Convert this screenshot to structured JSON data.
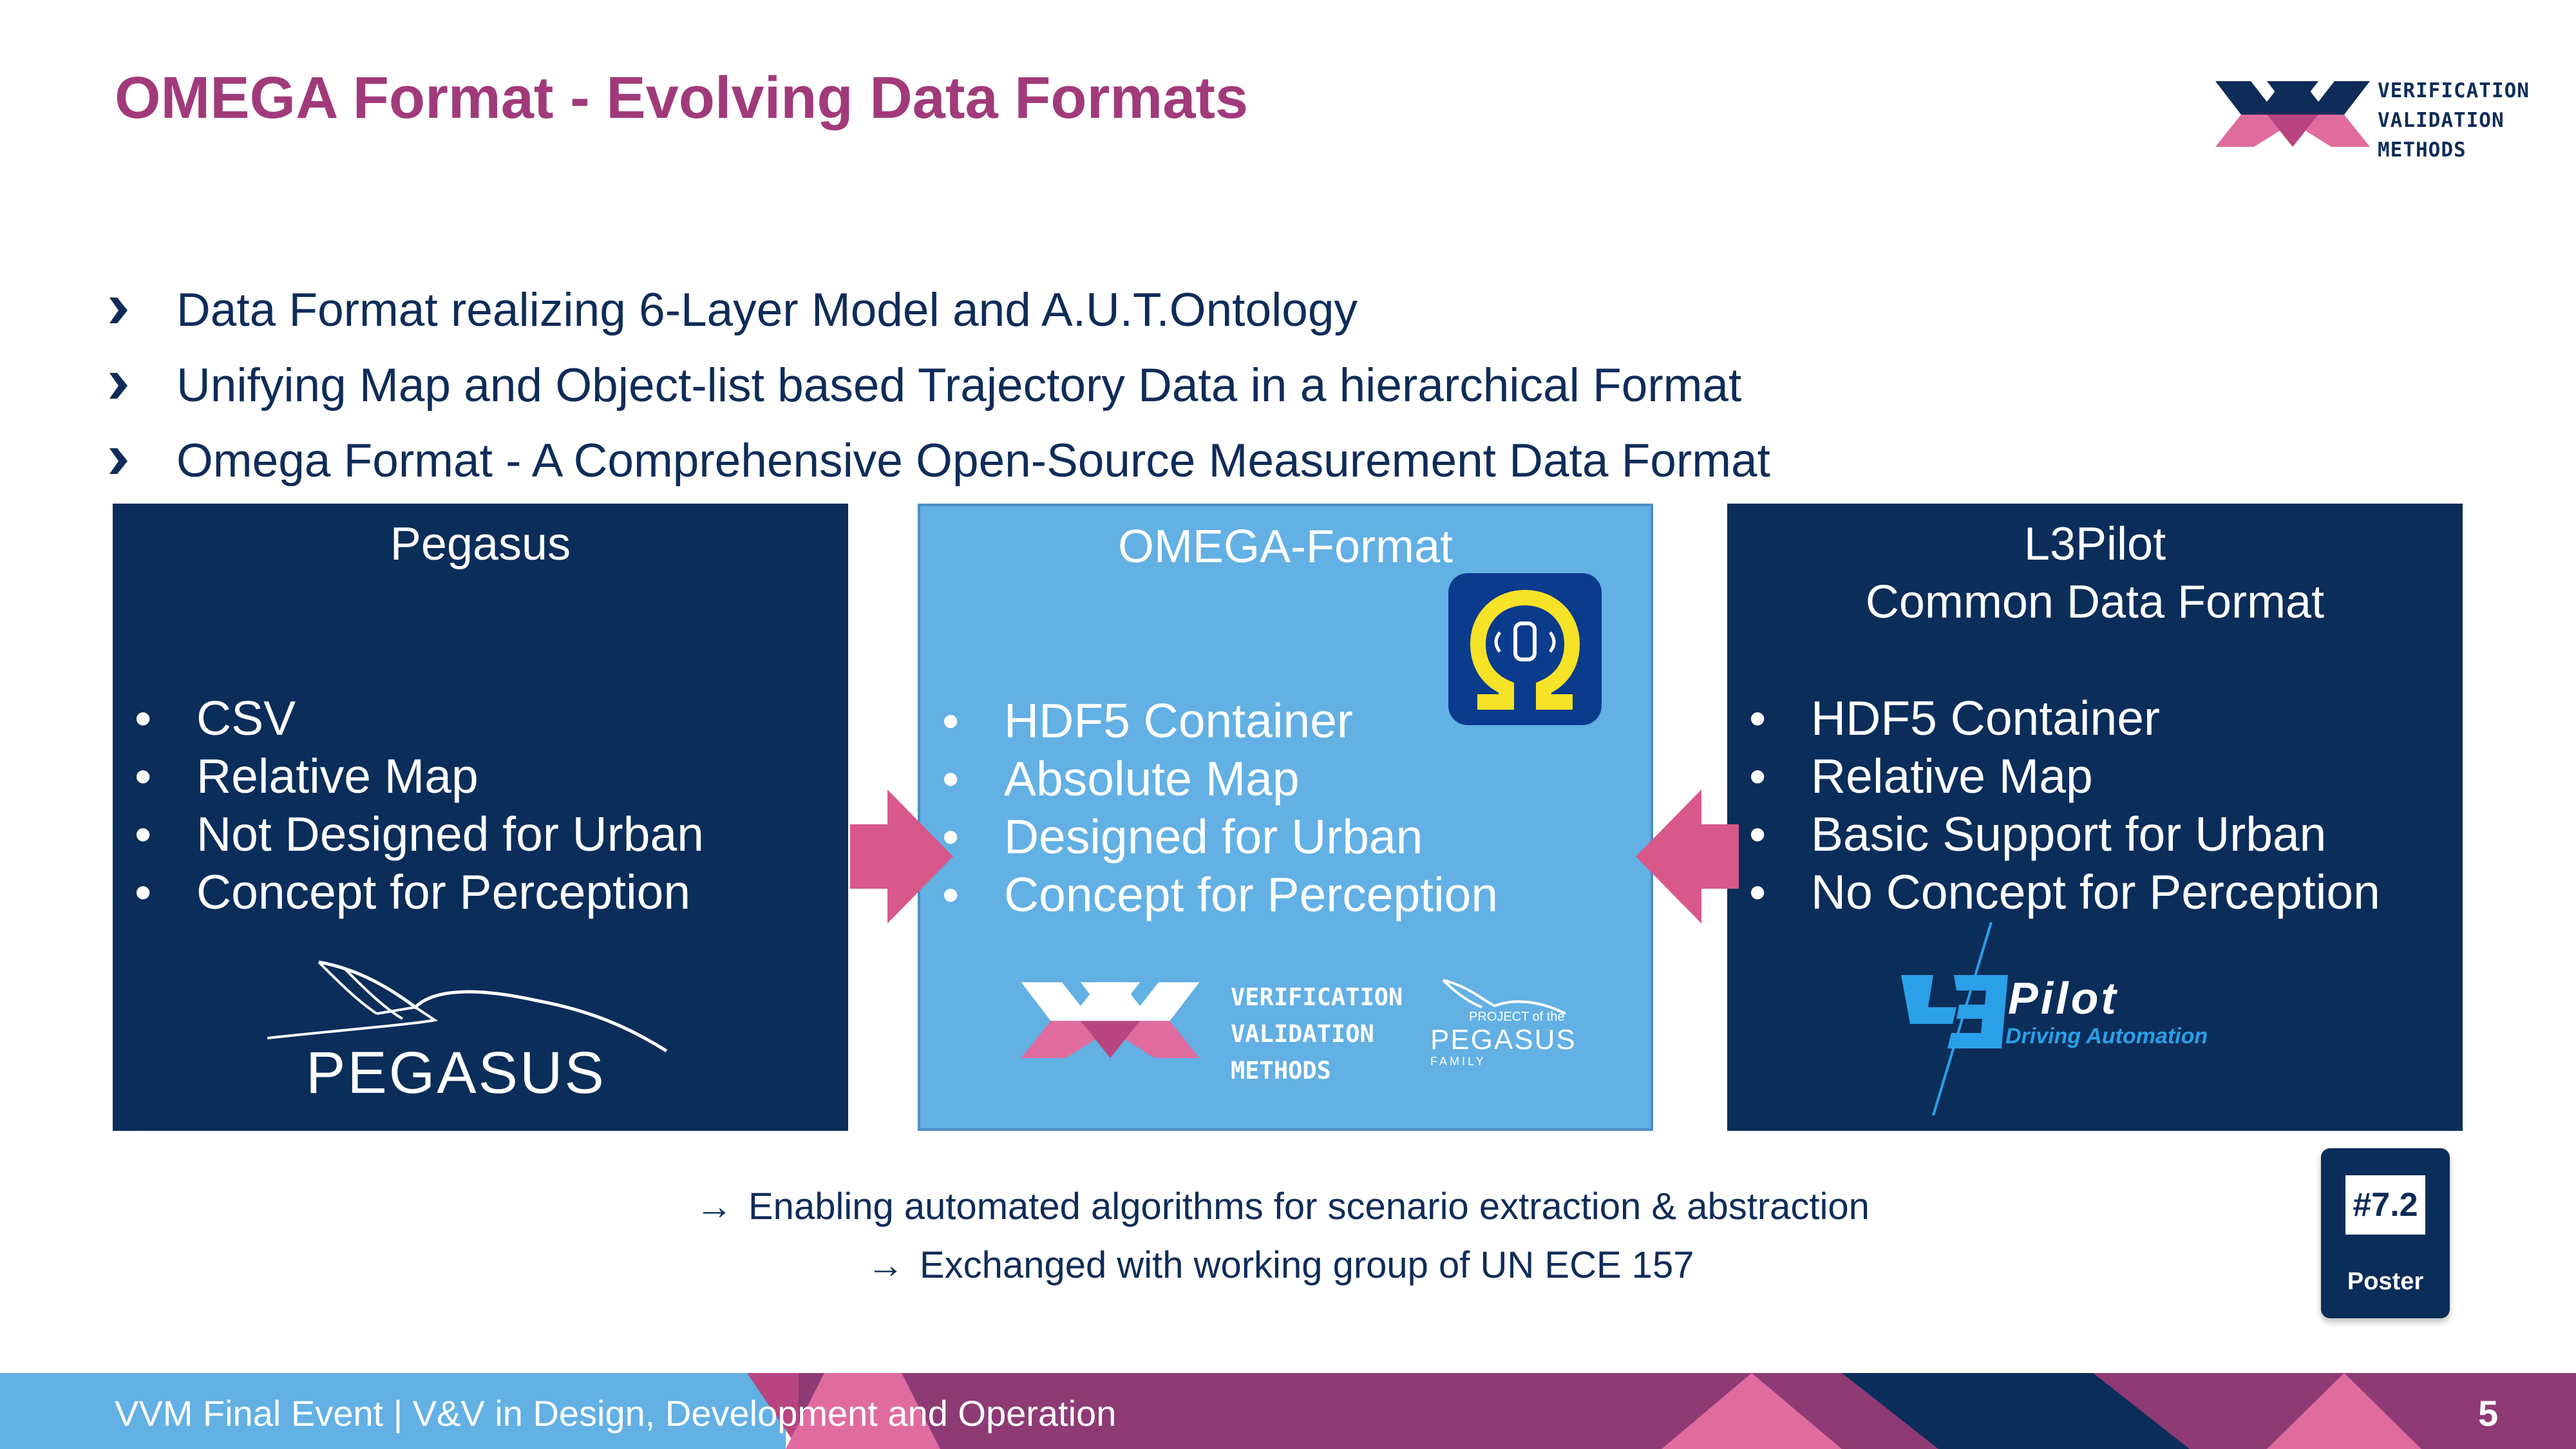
{
  "slide": {
    "title": "OMEGA Format - Evolving Data Formats",
    "logo": {
      "lines": [
        "VERIFICATION",
        "VALIDATION",
        "METHODS"
      ]
    },
    "bullets": [
      "Data Format realizing 6-Layer Model and A.U.T.Ontology",
      "Unifying Map and Object-list based Trajectory Data in a hierarchical Format",
      "Omega Format  - A Comprehensive Open-Source Measurement Data Format"
    ],
    "boxes": [
      {
        "heading": [
          "Pegasus"
        ],
        "items": [
          "CSV",
          "Relative Map",
          "Not Designed for Urban",
          "Concept for Perception"
        ],
        "logo_text": "PEGASUS"
      },
      {
        "heading": [
          "OMEGA-Format"
        ],
        "items": [
          "HDF5 Container",
          "Absolute Map",
          "Designed for Urban",
          "Concept for Perception"
        ],
        "vvm_logo": [
          "VERIFICATION",
          "VALIDATION",
          "METHODS"
        ],
        "pegasus_family": {
          "top": "PROJECT of the",
          "name": "PEGASUS",
          "bottom": "FAMILY"
        }
      },
      {
        "heading": [
          "L3Pilot",
          "Common Data Format"
        ],
        "items": [
          "HDF5 Container",
          "Relative Map",
          "Basic Support for Urban",
          "No Concept for Perception"
        ],
        "logo_text": "Pilot",
        "logo_sub": "Driving Automation"
      }
    ],
    "bullet_char": "•",
    "notes": [
      "Enabling automated algorithms for scenario extraction & abstraction",
      "Exchanged with working group of UN ECE 157"
    ],
    "note_arrow": "→",
    "poster": {
      "number": "#7.2",
      "label": "Poster"
    },
    "footer": {
      "text": "VVM Final Event | V&V in Design, Development and Operation",
      "page": "5"
    },
    "colors": {
      "title": "#a13a7a",
      "navy": "#0b2d5a",
      "light_blue": "#62b0e4",
      "pink": "#d8588a",
      "footer_purple": "#8e3a75"
    }
  }
}
